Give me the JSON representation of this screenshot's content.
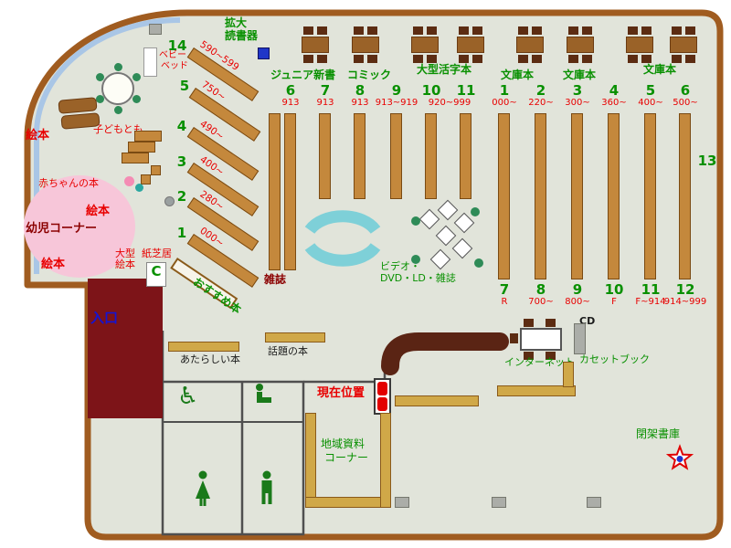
{
  "colors": {
    "floor": "#e1e4da",
    "wall_brown": "#a05c20",
    "shelf_tan": "#c4883c",
    "counter_brown": "#5a2414",
    "entrance_block": "#7d1418",
    "glass_blue": "#a9c6e6",
    "cyan_shelf": "#7ed0d8",
    "pink_area": "#f7c6d9",
    "accent_green": "#089000",
    "accent_red": "#e80000",
    "dark_red": "#8b0000",
    "blue": "#1414d2"
  },
  "magnifier": {
    "line1": "拡大",
    "line2": "読書器"
  },
  "top_headers": [
    {
      "label": "ジュニア新書"
    },
    {
      "label": "コミック"
    },
    {
      "label": "大型活字本"
    },
    {
      "label": "文庫本"
    },
    {
      "label": "文庫本"
    },
    {
      "label": "文庫本"
    }
  ],
  "center_columns": [
    {
      "num": "6",
      "range": "913"
    },
    {
      "num": "7",
      "range": "913"
    },
    {
      "num": "8",
      "range": "913"
    },
    {
      "num": "9",
      "range": "913~919"
    },
    {
      "num": "10",
      "range": "920~999"
    },
    {
      "num": "11",
      "range": ""
    }
  ],
  "right_columns_top": [
    {
      "num": "1",
      "range": "000~"
    },
    {
      "num": "2",
      "range": "220~"
    },
    {
      "num": "3",
      "range": "300~"
    },
    {
      "num": "4",
      "range": "360~"
    },
    {
      "num": "5",
      "range": "400~"
    },
    {
      "num": "6",
      "range": "500~"
    }
  ],
  "right_columns_bottom": [
    {
      "num": "7",
      "range": "R"
    },
    {
      "num": "8",
      "range": "700~"
    },
    {
      "num": "9",
      "range": "800~"
    },
    {
      "num": "10",
      "range": "F"
    },
    {
      "num": "11",
      "range": "F~914"
    },
    {
      "num": "12",
      "range": "914~999"
    }
  ],
  "right_wall_shelf": "13",
  "diagonal_shelves": [
    {
      "num": "14",
      "range": "590~599"
    },
    {
      "num": "5",
      "range": "750~"
    },
    {
      "num": "4",
      "range": "490~"
    },
    {
      "num": "3",
      "range": "400~"
    },
    {
      "num": "2",
      "range": "280~"
    },
    {
      "num": "1",
      "range": "000~"
    }
  ],
  "kids_area": {
    "corner": "幼児コーナー",
    "baby_books": "赤ちゃんの本",
    "ehon1": "絵本",
    "ehon2": "絵本",
    "ehon3": "絵本",
    "large_ehon": "大型絵本",
    "kamishibai": "紙芝居",
    "kodomo_tomo": "子どもとも",
    "baby_bed1": "ベビー",
    "baby_bed2": "ベッド",
    "c_mark": "C"
  },
  "entrance_label": "入口",
  "recommended": "おすすめ本",
  "magazines": "雑誌",
  "av_corner": {
    "line1": "ビデオ・",
    "line2": "DVD・LD・雑誌"
  },
  "service_area": {
    "cd": "CD",
    "internet": "インターネット",
    "cassette": "カセットブック"
  },
  "south_area": {
    "new_books": "あたらしい本",
    "topic_books": "話題の本",
    "current_location": "現在位置",
    "local1": "地域資料",
    "local2": "コーナー",
    "closed_stacks": "閉架書庫"
  },
  "icons": {
    "wheelchair": "♿"
  }
}
